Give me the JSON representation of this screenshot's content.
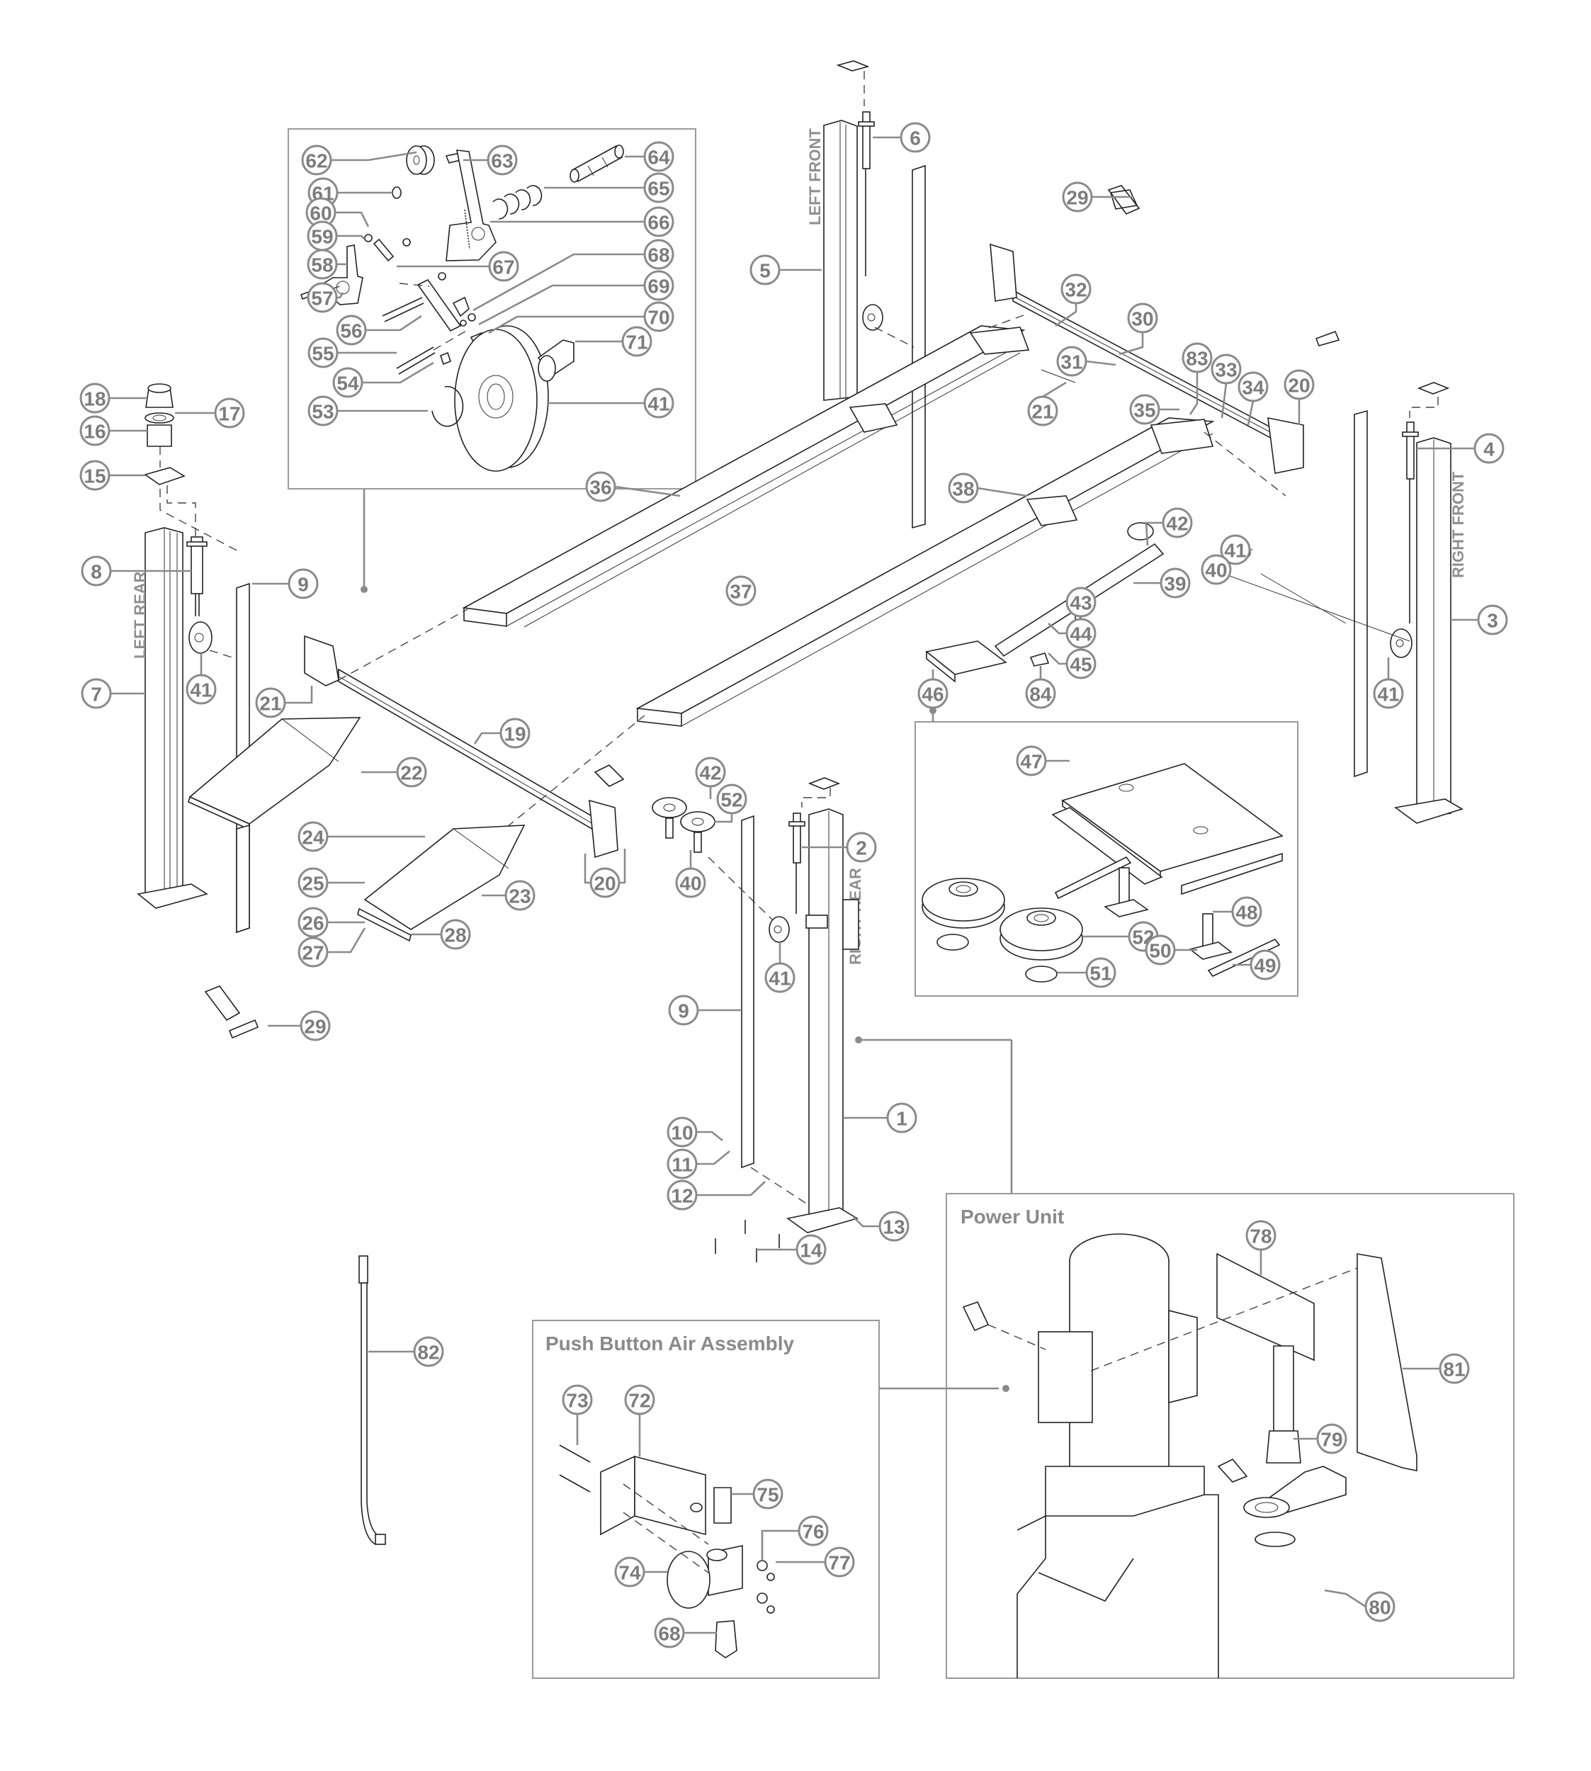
{
  "diagram": {
    "type": "exploded parts diagram",
    "subject": "four-post vehicle lift"
  },
  "column_labels": {
    "left_front": "LEFT FRONT",
    "left_rear": "LEFT REAR",
    "right_front": "RIGHT FRONT",
    "right_rear": "RIGHT REAR"
  },
  "inset_titles": {
    "push_button": "Push Button Air Assembly",
    "power_unit": "Power Unit"
  },
  "callouts": [
    {
      "id": "c62",
      "num": "62"
    },
    {
      "id": "c61",
      "num": "61"
    },
    {
      "id": "c60",
      "num": "60"
    },
    {
      "id": "c59",
      "num": "59"
    },
    {
      "id": "c58",
      "num": "58"
    },
    {
      "id": "c57",
      "num": "57"
    },
    {
      "id": "c56",
      "num": "56"
    },
    {
      "id": "c55",
      "num": "55"
    },
    {
      "id": "c54",
      "num": "54"
    },
    {
      "id": "c53",
      "num": "53"
    },
    {
      "id": "c63",
      "num": "63"
    },
    {
      "id": "c64",
      "num": "64"
    },
    {
      "id": "c65",
      "num": "65"
    },
    {
      "id": "c66",
      "num": "66"
    },
    {
      "id": "c67",
      "num": "67"
    },
    {
      "id": "c68a",
      "num": "68"
    },
    {
      "id": "c69",
      "num": "69"
    },
    {
      "id": "c70",
      "num": "70"
    },
    {
      "id": "c71",
      "num": "71"
    },
    {
      "id": "c41a",
      "num": "41"
    },
    {
      "id": "c18",
      "num": "18"
    },
    {
      "id": "c17",
      "num": "17"
    },
    {
      "id": "c16",
      "num": "16"
    },
    {
      "id": "c15",
      "num": "15"
    },
    {
      "id": "c8",
      "num": "8"
    },
    {
      "id": "c9a",
      "num": "9"
    },
    {
      "id": "c7",
      "num": "7"
    },
    {
      "id": "c41b",
      "num": "41"
    },
    {
      "id": "c21a",
      "num": "21"
    },
    {
      "id": "c22",
      "num": "22"
    },
    {
      "id": "c19",
      "num": "19"
    },
    {
      "id": "c24",
      "num": "24"
    },
    {
      "id": "c25",
      "num": "25"
    },
    {
      "id": "c26",
      "num": "26"
    },
    {
      "id": "c27",
      "num": "27"
    },
    {
      "id": "c23",
      "num": "23"
    },
    {
      "id": "c28",
      "num": "28"
    },
    {
      "id": "c20a",
      "num": "20"
    },
    {
      "id": "c29a",
      "num": "29"
    },
    {
      "id": "c5",
      "num": "5"
    },
    {
      "id": "c6",
      "num": "6"
    },
    {
      "id": "c29b",
      "num": "29"
    },
    {
      "id": "c32",
      "num": "32"
    },
    {
      "id": "c30",
      "num": "30"
    },
    {
      "id": "c31",
      "num": "31"
    },
    {
      "id": "c83",
      "num": "83"
    },
    {
      "id": "c33",
      "num": "33"
    },
    {
      "id": "c34",
      "num": "34"
    },
    {
      "id": "c20b",
      "num": "20"
    },
    {
      "id": "c21b",
      "num": "21"
    },
    {
      "id": "c35",
      "num": "35"
    },
    {
      "id": "c4",
      "num": "4"
    },
    {
      "id": "c36",
      "num": "36"
    },
    {
      "id": "c38",
      "num": "38"
    },
    {
      "id": "c42a",
      "num": "42"
    },
    {
      "id": "c41c",
      "num": "41"
    },
    {
      "id": "c40a",
      "num": "40"
    },
    {
      "id": "c39",
      "num": "39"
    },
    {
      "id": "c37",
      "num": "37"
    },
    {
      "id": "c43",
      "num": "43"
    },
    {
      "id": "c44",
      "num": "44"
    },
    {
      "id": "c45",
      "num": "45"
    },
    {
      "id": "c3",
      "num": "3"
    },
    {
      "id": "c41d",
      "num": "41"
    },
    {
      "id": "c46",
      "num": "46"
    },
    {
      "id": "c84",
      "num": "84"
    },
    {
      "id": "c42b",
      "num": "42"
    },
    {
      "id": "c52a",
      "num": "52"
    },
    {
      "id": "c40b",
      "num": "40"
    },
    {
      "id": "c2",
      "num": "2"
    },
    {
      "id": "c41e",
      "num": "41"
    },
    {
      "id": "c9b",
      "num": "9"
    },
    {
      "id": "c1",
      "num": "1"
    },
    {
      "id": "c10",
      "num": "10"
    },
    {
      "id": "c11",
      "num": "11"
    },
    {
      "id": "c12",
      "num": "12"
    },
    {
      "id": "c13",
      "num": "13"
    },
    {
      "id": "c14",
      "num": "14"
    },
    {
      "id": "c47",
      "num": "47"
    },
    {
      "id": "c48",
      "num": "48"
    },
    {
      "id": "c52b",
      "num": "52"
    },
    {
      "id": "c50",
      "num": "50"
    },
    {
      "id": "c49",
      "num": "49"
    },
    {
      "id": "c51",
      "num": "51"
    },
    {
      "id": "c78",
      "num": "78"
    },
    {
      "id": "c81",
      "num": "81"
    },
    {
      "id": "c79",
      "num": "79"
    },
    {
      "id": "c80",
      "num": "80"
    },
    {
      "id": "c82",
      "num": "82"
    },
    {
      "id": "c73",
      "num": "73"
    },
    {
      "id": "c72",
      "num": "72"
    },
    {
      "id": "c75",
      "num": "75"
    },
    {
      "id": "c76",
      "num": "76"
    },
    {
      "id": "c77",
      "num": "77"
    },
    {
      "id": "c74",
      "num": "74"
    },
    {
      "id": "c68b",
      "num": "68"
    }
  ]
}
